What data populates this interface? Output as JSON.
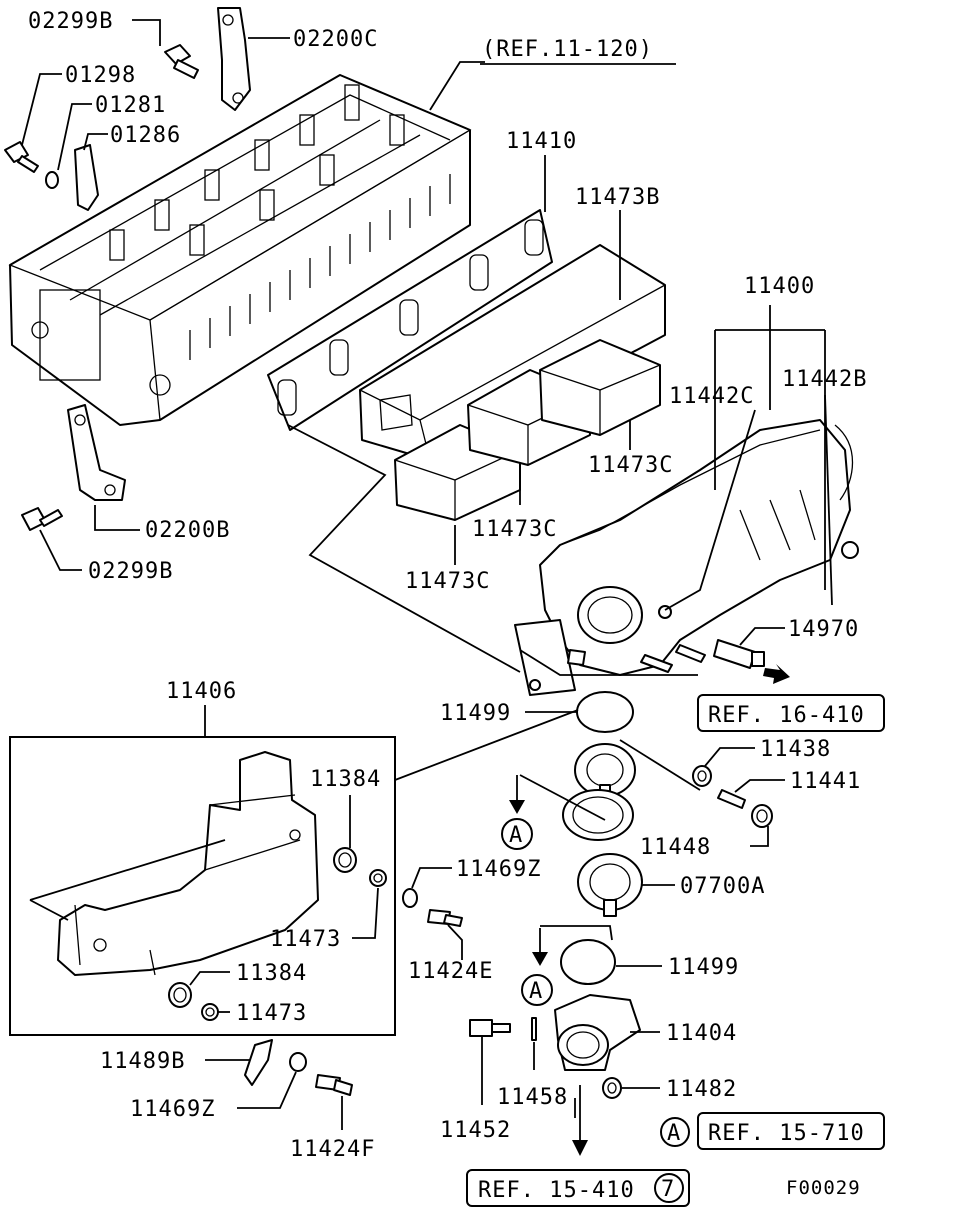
{
  "diagram": {
    "figure_id": "F00029",
    "parts": [
      {
        "id": "p-02299b-top",
        "label": "02299B"
      },
      {
        "id": "p-02200c",
        "label": "02200C"
      },
      {
        "id": "p-01298",
        "label": "01298"
      },
      {
        "id": "p-01281",
        "label": "01281"
      },
      {
        "id": "p-01286",
        "label": "01286"
      },
      {
        "id": "p-11410",
        "label": "11410"
      },
      {
        "id": "p-11473b",
        "label": "11473B"
      },
      {
        "id": "p-11400",
        "label": "11400"
      },
      {
        "id": "p-11442c",
        "label": "11442C"
      },
      {
        "id": "p-11442b",
        "label": "11442B"
      },
      {
        "id": "p-11473c-1",
        "label": "11473C"
      },
      {
        "id": "p-11473c-2",
        "label": "11473C"
      },
      {
        "id": "p-11473c-3",
        "label": "11473C"
      },
      {
        "id": "p-02200b",
        "label": "02200B"
      },
      {
        "id": "p-02299b-bot",
        "label": "02299B"
      },
      {
        "id": "p-14970",
        "label": "14970"
      },
      {
        "id": "p-11406",
        "label": "11406"
      },
      {
        "id": "p-11499-top",
        "label": "11499"
      },
      {
        "id": "p-11384-top",
        "label": "11384"
      },
      {
        "id": "p-11438",
        "label": "11438"
      },
      {
        "id": "p-11441",
        "label": "11441"
      },
      {
        "id": "p-11448",
        "label": "11448"
      },
      {
        "id": "p-11469z-top",
        "label": "11469Z"
      },
      {
        "id": "p-07700a",
        "label": "07700A"
      },
      {
        "id": "p-11473-top",
        "label": "11473"
      },
      {
        "id": "p-11424e",
        "label": "11424E"
      },
      {
        "id": "p-11499-bot",
        "label": "11499"
      },
      {
        "id": "p-11384-bot",
        "label": "11384"
      },
      {
        "id": "p-11473-bot",
        "label": "11473"
      },
      {
        "id": "p-11404",
        "label": "11404"
      },
      {
        "id": "p-11489b",
        "label": "11489B"
      },
      {
        "id": "p-11482",
        "label": "11482"
      },
      {
        "id": "p-11458",
        "label": "11458"
      },
      {
        "id": "p-11469z-bot",
        "label": "11469Z"
      },
      {
        "id": "p-11452",
        "label": "11452"
      },
      {
        "id": "p-11424f",
        "label": "11424F"
      }
    ],
    "references": [
      {
        "id": "ref-11-120",
        "label": "(REF.11-120)"
      },
      {
        "id": "ref-16-410",
        "label": "REF. 16-410"
      },
      {
        "id": "ref-15-710",
        "label": "REF. 15-710"
      },
      {
        "id": "ref-15-410",
        "label": "REF. 15-410"
      }
    ],
    "markers": {
      "a": "A",
      "seven": "7"
    }
  }
}
